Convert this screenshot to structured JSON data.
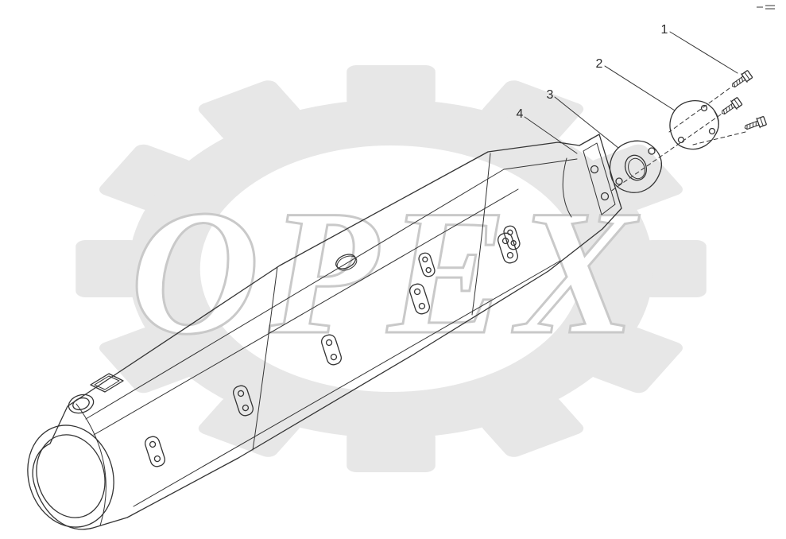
{
  "watermark": {
    "text": "OPEX",
    "gear_color": "#e7e7e7",
    "text_fill": "#ffffff",
    "text_outline": "#c9c9c9"
  },
  "drawing": {
    "line_color": "#343434"
  },
  "callouts": [
    {
      "label": "1"
    },
    {
      "label": "2"
    },
    {
      "label": "3"
    },
    {
      "label": "4"
    }
  ]
}
